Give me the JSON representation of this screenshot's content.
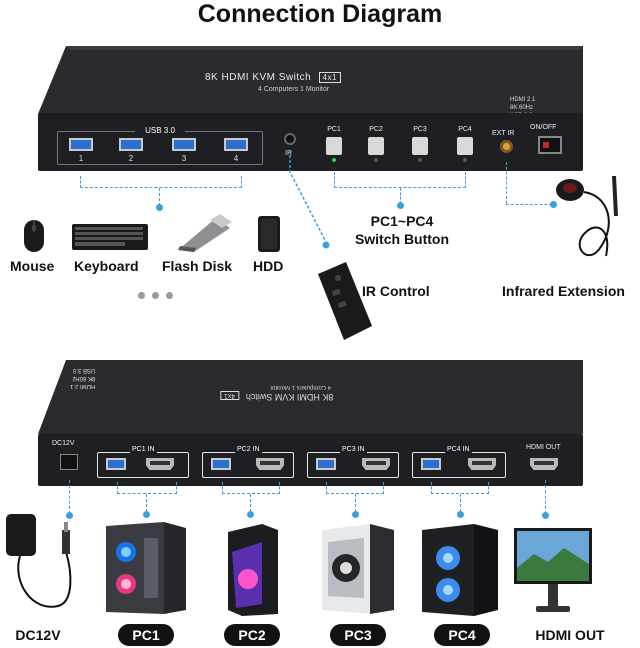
{
  "title": "Connection Diagram",
  "device": {
    "name": "8K HDMI KVM Switch",
    "badge": "4x1",
    "subtitle": "4 Computers 1 Monitor",
    "spec_lines": [
      "HDMI 2.1",
      "8K 60Hz",
      "USB 3.0"
    ],
    "usb_group_label": "USB 3.0",
    "usb_ports": [
      "1",
      "2",
      "3",
      "4"
    ],
    "ir_label": "IR",
    "pc_buttons": [
      "PC1",
      "PC2",
      "PC3",
      "PC4"
    ],
    "ext_ir_label": "EXT IR",
    "power_label": "ON/OFF"
  },
  "peripherals": [
    "Mouse",
    "Keyboard",
    "Flash Disk",
    "HDD"
  ],
  "callouts": {
    "switch_button_line1": "PC1~PC4",
    "switch_button_line2": "Switch Button",
    "ir_control": "IR Control",
    "infrared_extension": "Infrared Extension"
  },
  "rear": {
    "dc_label": "DC12V",
    "inputs": [
      "PC1 IN",
      "PC2 IN",
      "PC3 IN",
      "PC4 IN"
    ],
    "output": "HDMI OUT"
  },
  "bottom_labels": {
    "dc": "DC12V",
    "pcs": [
      "PC1",
      "PC2",
      "PC3",
      "PC4"
    ],
    "monitor": "HDMI OUT"
  },
  "colors": {
    "accent": "#3aa0d8",
    "device": "#1e1f22",
    "usb_blue": "#2d6fd0",
    "led_green": "#2ad04b"
  }
}
